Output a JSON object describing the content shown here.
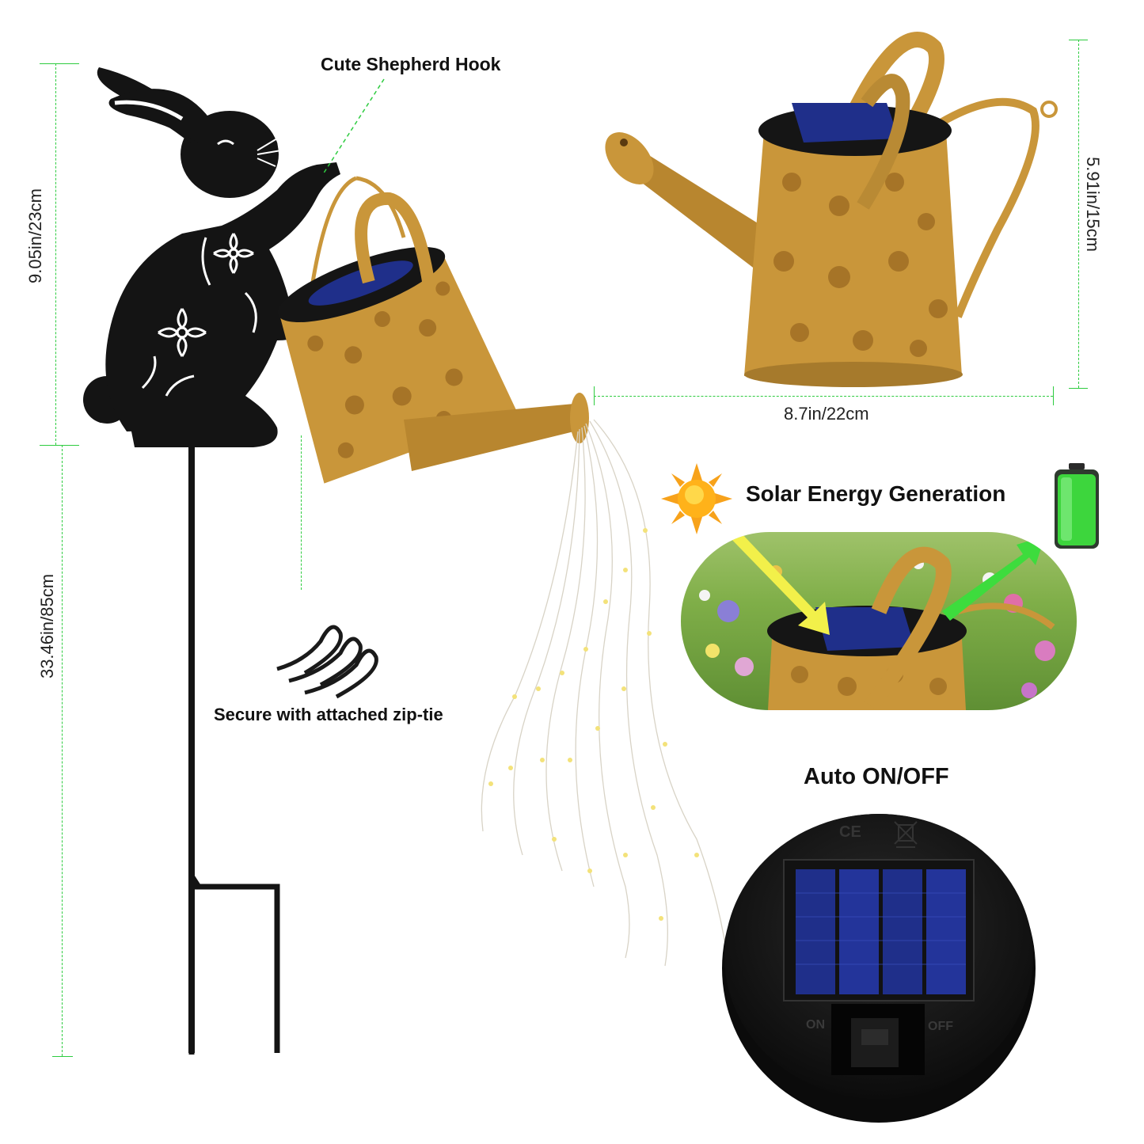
{
  "labels": {
    "shepherd_hook": "Cute Shepherd Hook",
    "zip_tie": "Secure with attached zip-tie",
    "solar": "Solar Energy Generation",
    "auto": "Auto ON/OFF"
  },
  "dimensions": {
    "topper_height": "9.05in/23cm",
    "stake_height": "33.46in/85cm",
    "can_height": "5.91in/15cm",
    "can_width": "8.7in/22cm"
  },
  "switch": {
    "on": "ON",
    "off": "OFF"
  },
  "marks": {
    "ce": "CE"
  },
  "colors": {
    "dimension_line": "#2ecc40",
    "gold": "#c9963a",
    "panel_blue": "#1f2f8a",
    "silhouette": "#141414"
  }
}
